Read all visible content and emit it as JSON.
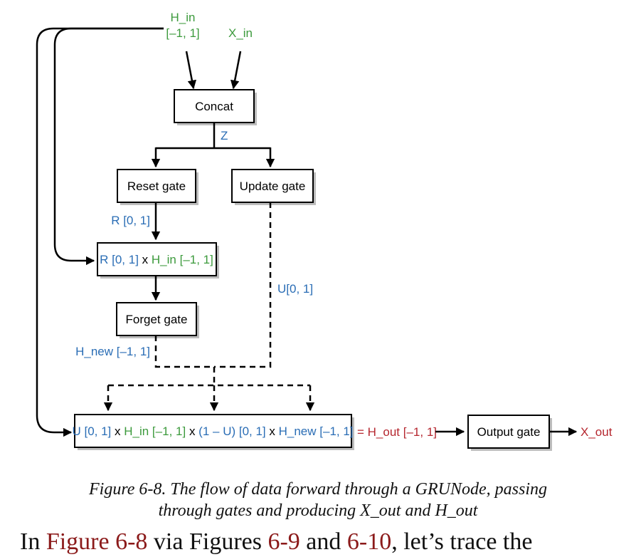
{
  "colors": {
    "blue": "#2a6db5",
    "green": "#3c9a3c",
    "red": "#b5262e",
    "black": "#000000"
  },
  "inputs": {
    "h_in": "H_in",
    "h_in_range": "[–1, 1]",
    "x_in": "X_in"
  },
  "nodes": {
    "concat": "Concat",
    "reset": "Reset gate",
    "update": "Update gate",
    "forget": "Forget gate",
    "output": "Output gate"
  },
  "edges": {
    "z": "Z",
    "r": "R [0, 1]",
    "u": "U[0, 1]",
    "h_new": "H_new [–1, 1]",
    "h_out": "= H_out [–1, 1]",
    "x_out": "X_out"
  },
  "mult_box": {
    "r": "R [0, 1]",
    "x": "x",
    "h_in": "H_in [–1, 1]"
  },
  "combine_box": {
    "u": "U [0, 1]",
    "x1": "x",
    "h_in": "H_in [–1, 1]",
    "x2": "x",
    "one_minus_u": "(1 – U) [0, 1]",
    "x3": "x",
    "h_new": "H_new [–1, 1]"
  },
  "caption": {
    "line1": "Figure 6-8. The flow of data forward through a GRUNode, passing",
    "line2": "through gates and producing X_out and H_out"
  },
  "footer": {
    "t1": "In ",
    "l1": "Figure 6-8",
    "t2": " via Figures ",
    "l2": "6-9",
    "t3": " and ",
    "l3": "6-10",
    "t4": ", let’s trace the"
  }
}
